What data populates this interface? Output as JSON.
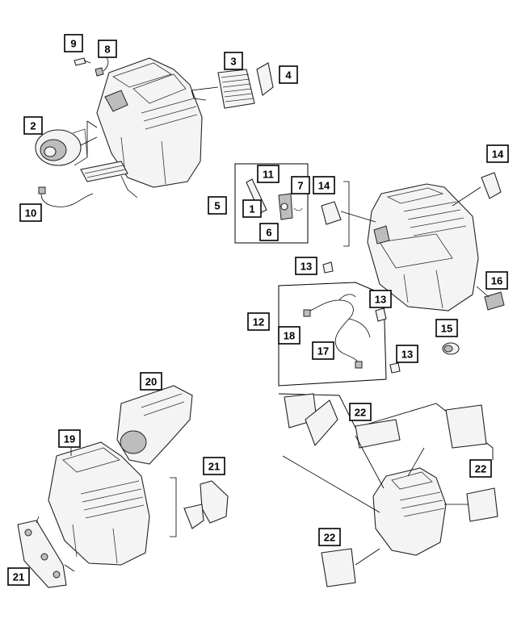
{
  "diagram": {
    "background": "#ffffff",
    "line_color": "#000000",
    "callouts": [
      "1",
      "2",
      "3",
      "4",
      "5",
      "6",
      "7",
      "8",
      "9",
      "10",
      "11",
      "12",
      "13",
      "14",
      "15",
      "16",
      "17",
      "18",
      "19",
      "20",
      "21",
      "22"
    ]
  }
}
